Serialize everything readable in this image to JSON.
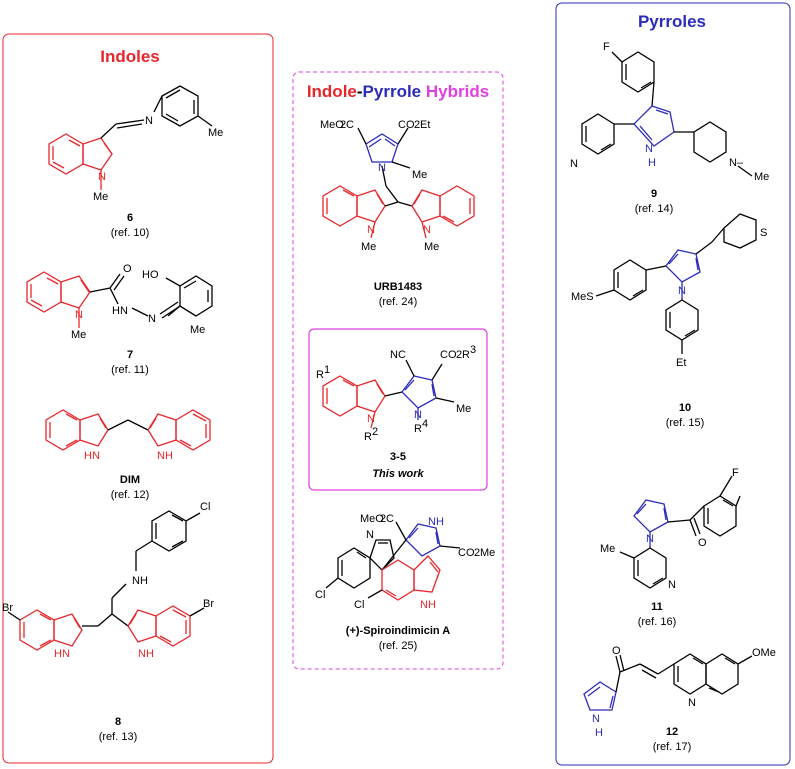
{
  "colors": {
    "indole": "#e8262b",
    "pyrrole": "#2b2bbd",
    "hybrid": "#e040e0",
    "ink": "#000000"
  },
  "panels": {
    "indoles": {
      "title": "Indoles"
    },
    "hybrids": {
      "title_a": "Indole",
      "title_sep": "-",
      "title_b": "Pyrrole",
      "title_c": " Hybrids"
    },
    "pyrroles": {
      "title": "Pyrroles"
    }
  },
  "compounds": {
    "c6": {
      "id": "6",
      "ref": "(ref. 10)"
    },
    "c7": {
      "id": "7",
      "ref": "(ref. 11)"
    },
    "dim": {
      "id": "DIM",
      "ref": "(ref. 12)"
    },
    "c8": {
      "id": "8",
      "ref": "(ref. 13)"
    },
    "urb": {
      "id": "URB1483",
      "ref": "(ref. 24)"
    },
    "c35": {
      "id": "3-5",
      "note": "This work"
    },
    "spiro": {
      "id": "(+)-Spiroindimicin A",
      "ref": "(ref. 25)"
    },
    "c9": {
      "id": "9",
      "ref": "(ref. 14)"
    },
    "c10": {
      "id": "10",
      "ref": "(ref. 15)"
    },
    "c11": {
      "id": "11",
      "ref": "(ref. 16)"
    },
    "c12": {
      "id": "12",
      "ref": "(ref. 17)"
    }
  },
  "atoms": {
    "me": "Me",
    "n": "N",
    "o": "O",
    "ho": "HO",
    "nh": "NH",
    "hn": "HN",
    "h": "H",
    "cl": "Cl",
    "br": "Br",
    "f": "F",
    "s": "S",
    "nch": "N–",
    "nme": "N–Me",
    "ch2n": "N",
    "meo2c": "MeO",
    "co2et": "CO",
    "co2me": "CO",
    "et": "Et",
    "ome": "OMe",
    "mes": "MeS",
    "cn": "NC",
    "co2r3": "CO",
    "r1": "R",
    "r2": "R",
    "r4": "R",
    "sub2": "2",
    "sub3": "3",
    "sub1": "1",
    "sub4": "4",
    "suffEt": "Et",
    "suffMe": "Me",
    "suffR": "R",
    "c_o": "C"
  }
}
